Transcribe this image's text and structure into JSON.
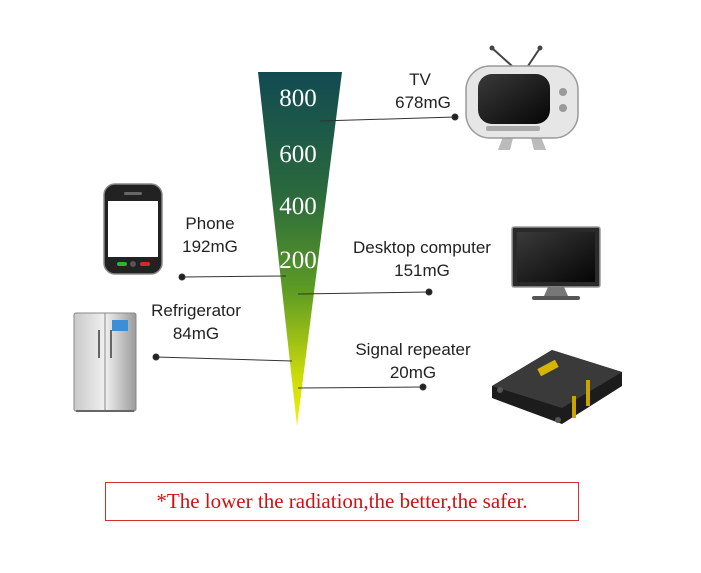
{
  "scale_ticks": [
    "800",
    "600",
    "400",
    "200"
  ],
  "items": [
    {
      "name": "TV",
      "value": "678mG"
    },
    {
      "name": "Phone",
      "value": "192mG"
    },
    {
      "name": "Desktop computer",
      "value": "151mG"
    },
    {
      "name": "Refrigerator",
      "value": "84mG"
    },
    {
      "name": "Signal repeater",
      "value": "20mG"
    }
  ],
  "icons": [
    "tv-icon",
    "phone-icon",
    "monitor-icon",
    "refrigerator-icon",
    "signal-repeater-icon"
  ],
  "colors": {
    "cone_top": "#124a52",
    "cone_mid": "#3f8a2e",
    "cone_bottom": "#f2f200",
    "note_text": "#d01010"
  },
  "note": "*The lower the radiation,the better,the safer."
}
